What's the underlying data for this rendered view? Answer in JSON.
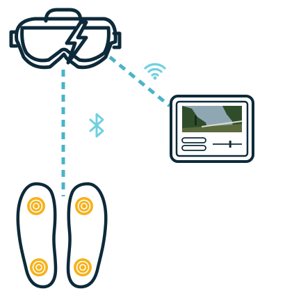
{
  "colors": {
    "outline": "#0d2a3a",
    "link": "#4bb3c9",
    "wireless_icon": "#6fd0e0",
    "sensor_fill": "#f5b21b",
    "sensor_ring": "#ffffff",
    "screen_sky": "#8fa7b3",
    "screen_trees": "#2f4d2a",
    "screen_ground": "#5a6a3c",
    "background": "#ffffff"
  },
  "devices": {
    "headset": {
      "icon": "vr-headset-icon",
      "badge_icon": "lightning-bolt-icon"
    },
    "tablet": {
      "icon": "tablet-icon",
      "screen_content": "outdoor-scene-thumbnail",
      "controls": [
        "input-bar",
        "input-bar",
        "slider"
      ],
      "slider_level": 0.6
    },
    "insoles": {
      "icon": "insoles-icon",
      "sensor_count": 4
    }
  },
  "connections": [
    {
      "from": "headset",
      "to": "tablet",
      "type": "wifi",
      "icon": "wifi-icon"
    },
    {
      "from": "headset",
      "to": "insoles",
      "type": "bluetooth",
      "icon": "bluetooth-icon"
    }
  ]
}
